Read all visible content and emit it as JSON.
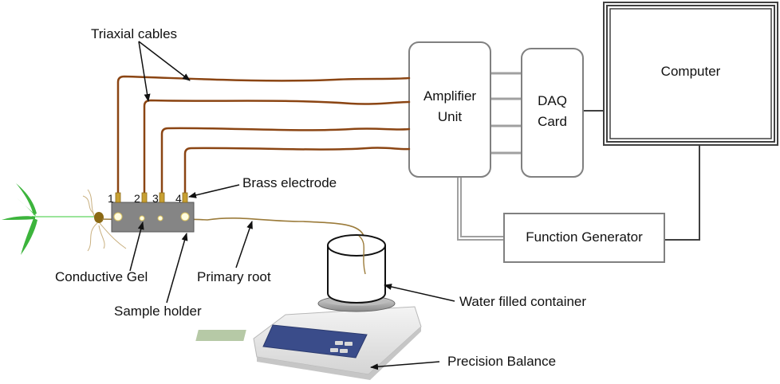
{
  "labels": {
    "triaxial_cables": "Triaxial cables",
    "brass_electrode": "Brass electrode",
    "conductive_gel": "Conductive Gel",
    "primary_root": "Primary root",
    "sample_holder": "Sample holder",
    "water_container": "Water filled container",
    "precision_balance": "Precision Balance"
  },
  "boxes": {
    "amplifier_line1": "Amplifier",
    "amplifier_line2": "Unit",
    "daq_line1": "DAQ",
    "daq_line2": "Card",
    "computer": "Computer",
    "function_generator": "Function Generator"
  },
  "electrode_numbers": [
    "1",
    "2",
    "3",
    "4"
  ],
  "colors": {
    "cable": "#8B4513",
    "electrode": "#C8A032",
    "holder": "#808080",
    "root": "#9B7B3A",
    "plant": "#3CB43C",
    "box_stroke": "#808080",
    "gray_wire": "#A0A0A0",
    "dark_wire": "#404040"
  }
}
